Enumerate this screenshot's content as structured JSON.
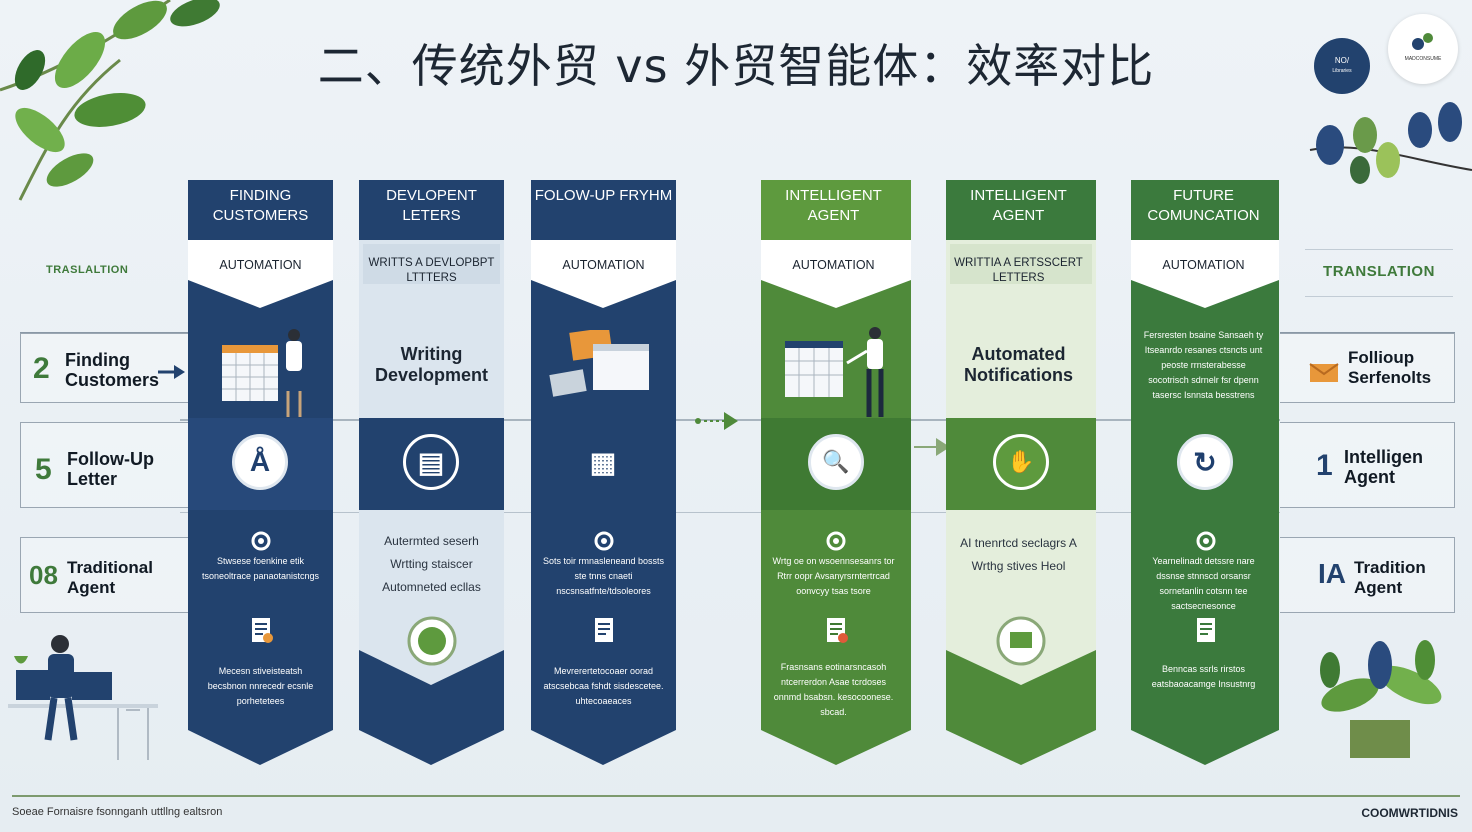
{
  "title": "二、传统外贸 vs 外贸智能体：效率对比",
  "badge": {
    "line1": "NO/",
    "line2": "Libraries"
  },
  "logo": {
    "text": "MADCONSUME"
  },
  "colors": {
    "navy": "#22426e",
    "green": "#4f8a3a",
    "dark_green": "#3b7a3d",
    "pale_blue": "#dbe5ee",
    "pale_green": "#e4eedc"
  },
  "columns": [
    {
      "heading": "FINDING CUSTOMERS",
      "sub": "AUTOMATION",
      "icon": "calendar-person-icon",
      "circle": "Å",
      "small1": "Stwsese foenkine etik tsoneoltrace panaotanistcngs",
      "small2": "Mecesn stiveisteatsh becsbnon nnrecedr ecsnle porhetetees"
    },
    {
      "heading": "DEVLOPENT LETERS",
      "sub": "WRITTS A DEVLOPBPT LTTTERS",
      "big": "Writing Development",
      "circle": "▤",
      "small1": "Autermted seserh Wrtting staiscer Automneted ecllas",
      "small2": ""
    },
    {
      "heading": "FOLOW-UP FRYHM",
      "sub": "AUTOMATION",
      "icon": "envelope-calendar-icon",
      "circle": "▦",
      "small1": "Sots toir rmnasleneand bossts ste tnns cnaeti nscsnsatfnte/tdsoleores",
      "small2": "Mevrerertetocoaer oorad atscsebcaa fshdt sisdescetee. uhtecoaeaces"
    },
    {
      "heading": "INTELLIGENT AGENT",
      "sub": "AUTOMATION",
      "icon": "calendar-person-icon",
      "circle": "🔍",
      "small1": "Wrtg oe on wsoennsesanrs tor Rtrr oopr Avsanyrsrntertrcad oonvcyy tsas tsore",
      "small2": "Frasnsans eotinarsncasoh ntcerrerdon Asae tcrdoses onnmd bsabsn. kesocoonese. sbcad."
    },
    {
      "heading": "INTELLIGENT AGENT",
      "sub": "WRITTIA A ERTSSCERT LETTERS",
      "big": "Automated Notifications",
      "circle": "✋",
      "small1": "AI tnenrtcd seclagrs A Wrthg stives Heol",
      "small2": ""
    },
    {
      "heading": "FUTURE COMUNCATION",
      "sub": "AUTOMATION",
      "big_small": "Fersresten bsaine Sansaeh ty Itseanrdo resanes ctsncts unt peoste rrnsterabesse socotrisch sdrnelr fsr dpenn tasersc Isnnsta besstrens",
      "circle": "↻",
      "small1": "Yearnelinadt detssre nare dssnse stnnscd orsansr sornetanlin cotsnn tee sactsecnesonce",
      "small2": "Benncas ssrls rirstos eatsbaoacamge Insustnrg"
    }
  ],
  "left_side": [
    {
      "kind": "label",
      "text": "TRASLALTION"
    },
    {
      "kind": "item",
      "number": "2",
      "label": "Finding Customers"
    },
    {
      "kind": "item",
      "number": "5",
      "label": "Follow-Up Letter"
    },
    {
      "kind": "item",
      "number": "08",
      "label": "Traditional Agent"
    }
  ],
  "right_side": [
    {
      "kind": "label",
      "text": "TRANSLATION"
    },
    {
      "kind": "item",
      "number": "",
      "label": "Follioup Serfenolts",
      "icon": "envelope-icon"
    },
    {
      "kind": "item",
      "number": "1",
      "label": "Intelligen Agent"
    },
    {
      "kind": "item",
      "number": "IA",
      "label": "Tradition Agent"
    }
  ],
  "footer": {
    "left": "Soeae Fornaisre fsonnganh uttllng ealtsron",
    "right": "COOMWRTIDNIS"
  }
}
